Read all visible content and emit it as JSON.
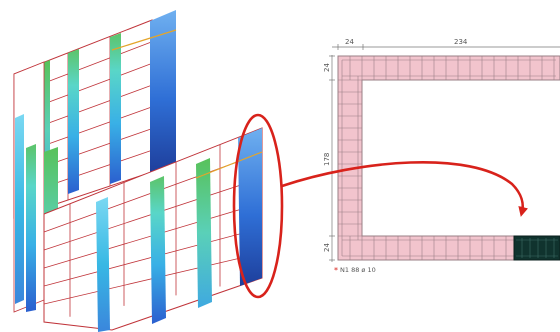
{
  "dimensions": {
    "top_left_width": "24",
    "top_span": "234",
    "left_top_height": "24",
    "left_middle_height": "178",
    "left_bottom_height": "24"
  },
  "note": {
    "marker": "*",
    "text": "N1  88 ø 10"
  },
  "colors": {
    "pink_fill": "#f2c4cd",
    "pink_grid": "#9a7f86",
    "highlight_red": "#d8221b",
    "column_blue": "#2f5fbf",
    "column_cyan": "#35b9de",
    "column_green": "#4db85a",
    "frame_red": "#c0343a",
    "dark_block": "#10332e"
  }
}
